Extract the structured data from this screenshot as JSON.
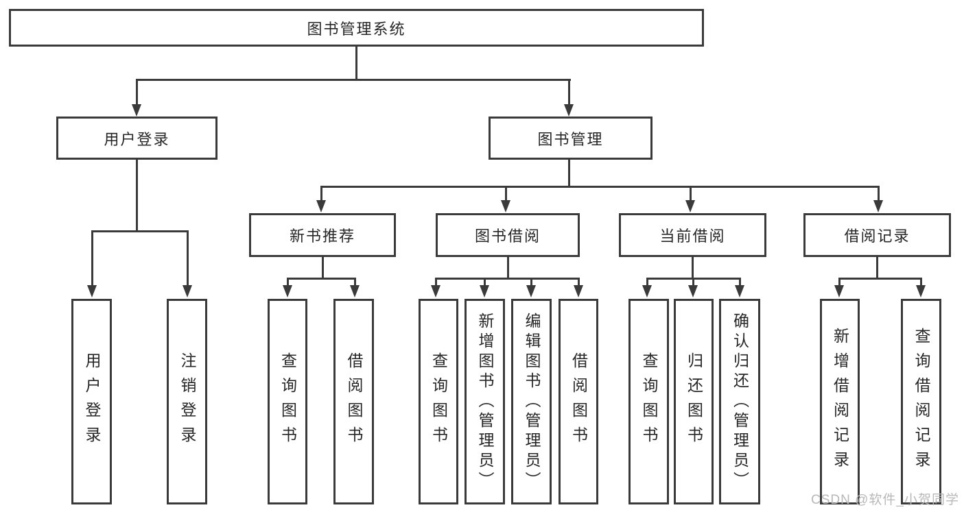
{
  "colors": {
    "line": "#3a3a3a",
    "text": "#262626",
    "box_background": "#ffffff",
    "watermark": "#b8b8b8"
  },
  "watermark": "CSDN @软件_小贺同学",
  "tree": {
    "root": {
      "label": "图书管理系统"
    },
    "children": [
      {
        "label": "用户登录",
        "children": [
          {
            "label": "用户登录"
          },
          {
            "label": "注销登录"
          }
        ]
      },
      {
        "label": "图书管理",
        "children": [
          {
            "label": "新书推荐",
            "children": [
              {
                "label": "查询图书"
              },
              {
                "label": "借阅图书"
              }
            ]
          },
          {
            "label": "图书借阅",
            "children": [
              {
                "label": "查询图书"
              },
              {
                "label": "新增图书（管理员）"
              },
              {
                "label": "编辑图书（管理员）"
              },
              {
                "label": "借阅图书"
              }
            ]
          },
          {
            "label": "当前借阅",
            "children": [
              {
                "label": "查询图书"
              },
              {
                "label": "归还图书"
              },
              {
                "label": "确认归还（管理员）"
              }
            ]
          },
          {
            "label": "借阅记录",
            "children": [
              {
                "label": "新增借阅记录"
              },
              {
                "label": "查询借阅记录"
              }
            ]
          }
        ]
      }
    ]
  }
}
